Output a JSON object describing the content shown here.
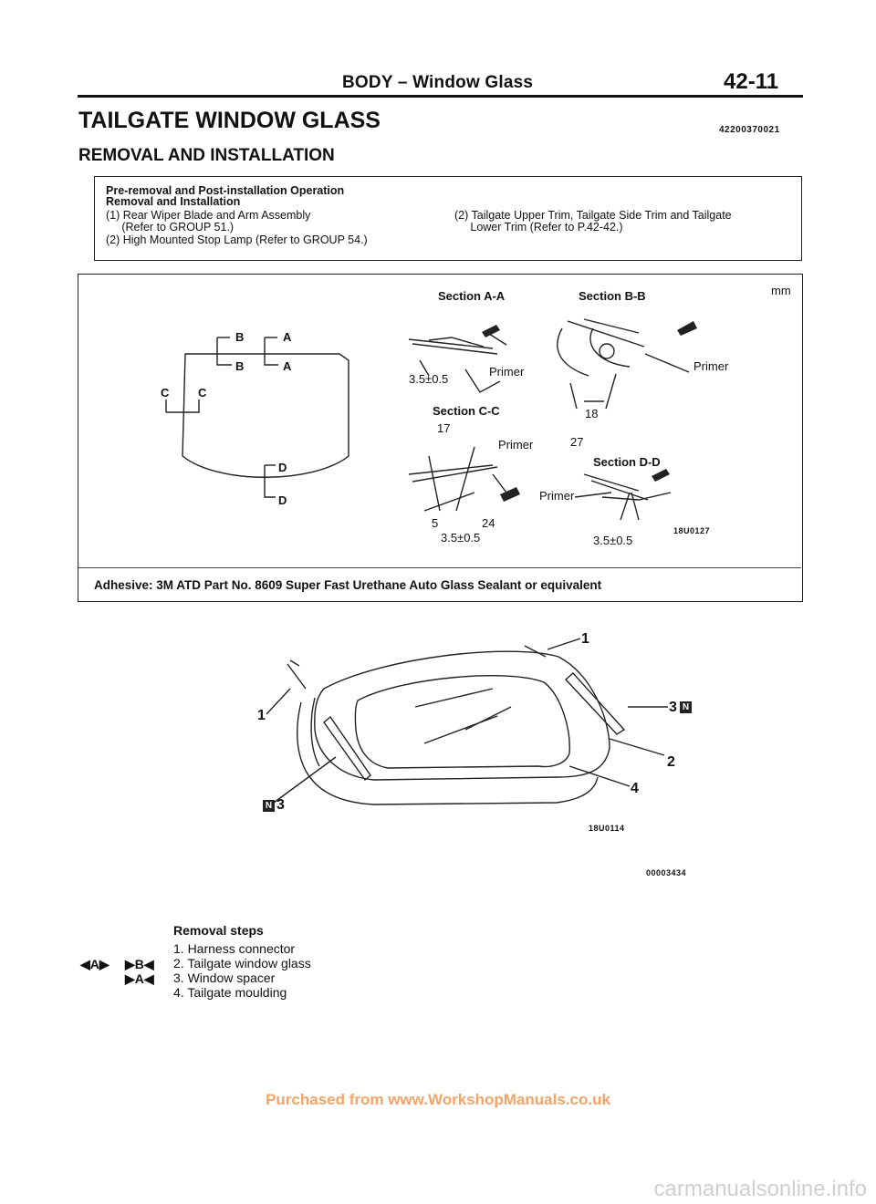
{
  "header": {
    "section_title": "BODY – Window Glass",
    "page_number": "42-11"
  },
  "document": {
    "title": "TAILGATE WINDOW GLASS",
    "code": "42200370021",
    "subtitle": "REMOVAL AND INSTALLATION"
  },
  "pre_operation": {
    "heading1": "Pre-removal and Post-installation Operation",
    "heading2": "Removal and Installation",
    "items_left": [
      "(1) Rear Wiper Blade and Arm Assembly",
      "     (Refer to GROUP 51.)",
      "(2) High Mounted Stop Lamp (Refer to GROUP 54.)"
    ],
    "items_right": [
      "(2) Tailgate Upper Trim, Tailgate Side Trim and Tailgate",
      "     Lower Trim (Refer to P.42-42.)"
    ]
  },
  "diagram": {
    "unit": "mm",
    "section_aa": "Section A-A",
    "section_bb": "Section B-B",
    "section_cc": "Section C-C",
    "section_dd": "Section D-D",
    "primer": "Primer",
    "dim_35": "3.5±0.5",
    "dim_17": "17",
    "dim_18": "18",
    "dim_27": "27",
    "dim_5": "5",
    "dim_24": "24",
    "letter_a": "A",
    "letter_b": "B",
    "letter_c": "C",
    "letter_d": "D",
    "figure_code": "18U0127"
  },
  "adhesive": "Adhesive: 3M ATD Part No. 8609 Super Fast Urethane Auto Glass Sealant or equivalent",
  "exploded": {
    "callout_1": "1",
    "callout_2": "2",
    "callout_3": "3",
    "callout_4": "4",
    "n_mark": "N",
    "figure_code": "18U0114",
    "page_code": "00003434"
  },
  "removal": {
    "heading": "Removal steps",
    "steps": [
      "1. Harness connector",
      "2. Tailgate window glass",
      "3. Window spacer",
      "4. Tailgate moulding"
    ],
    "mark_a": "◀A▶",
    "mark_b": "▶B◀",
    "mark_a2": "▶A◀"
  },
  "watermark": "Purchased from www.WorkshopManuals.co.uk",
  "footer": "carmanualsonline.info"
}
